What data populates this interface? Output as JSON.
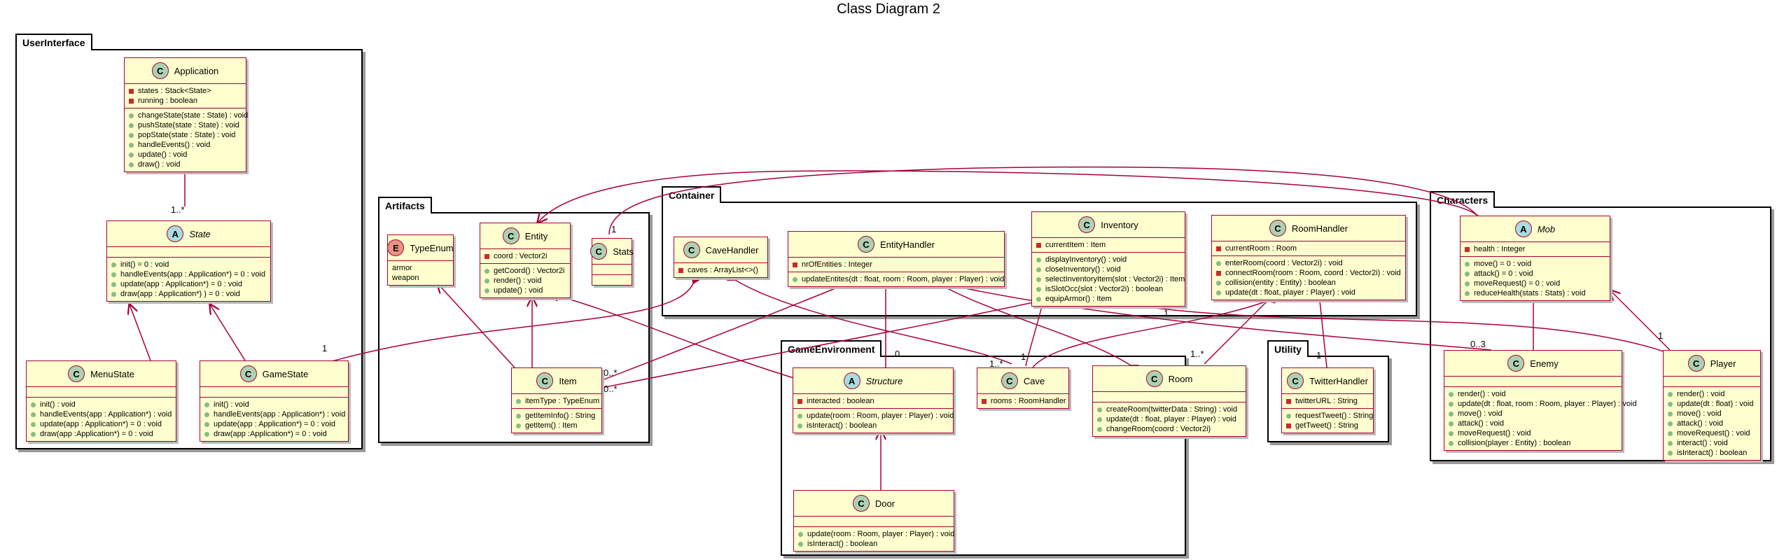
{
  "title": "Class Diagram 2",
  "colors": {
    "class_fill": "#FEFECE",
    "class_border": "#A80036",
    "link": "#A80036",
    "private": "#C82930",
    "public": "#84BE84"
  },
  "packages": [
    {
      "id": "ui",
      "label": "UserInterface"
    },
    {
      "id": "art",
      "label": "Artifacts"
    },
    {
      "id": "cont",
      "label": "Container"
    },
    {
      "id": "game",
      "label": "GameEnvironment"
    },
    {
      "id": "util",
      "label": "Utility"
    },
    {
      "id": "chars",
      "label": "Characters"
    }
  ],
  "classes": {
    "Application": {
      "stereotype": "C",
      "name": "Application",
      "abstract": false,
      "fields": [
        {
          "vis": "private",
          "text": "states : Stack<State>"
        },
        {
          "vis": "private",
          "text": "running : boolean"
        }
      ],
      "methods": [
        {
          "vis": "public",
          "text": "changeState(state : State) : void"
        },
        {
          "vis": "public",
          "text": "pushState(state : State) : void"
        },
        {
          "vis": "public",
          "text": "popState(state : State) : void"
        },
        {
          "vis": "public",
          "text": "handleEvents() : void"
        },
        {
          "vis": "public",
          "text": "update() : void"
        },
        {
          "vis": "public",
          "text": "draw() : void"
        }
      ]
    },
    "State": {
      "stereotype": "A",
      "name": "State",
      "abstract": true,
      "fields": [],
      "methods": [
        {
          "vis": "public",
          "text": "init() = 0 : void"
        },
        {
          "vis": "public",
          "text": "handleEvents(app : Application*) = 0 : void"
        },
        {
          "vis": "public",
          "text": "update(app : Application*) = 0 : void"
        },
        {
          "vis": "public",
          "text": "draw(app : Application*) ) = 0 : void"
        }
      ]
    },
    "MenuState": {
      "stereotype": "C",
      "name": "MenuState",
      "abstract": false,
      "fields": [],
      "methods": [
        {
          "vis": "public",
          "text": "init() : void"
        },
        {
          "vis": "public",
          "text": "handleEvents(app : Application*) : void"
        },
        {
          "vis": "public",
          "text": "update(app : Application*) = 0 : void"
        },
        {
          "vis": "public",
          "text": "draw(app :Application*) = 0 : void"
        }
      ]
    },
    "GameState": {
      "stereotype": "C",
      "name": "GameState",
      "abstract": false,
      "fields": [],
      "methods": [
        {
          "vis": "public",
          "text": "init() : void"
        },
        {
          "vis": "public",
          "text": "handleEvents(app : Application*) : void"
        },
        {
          "vis": "public",
          "text": "update(app : Application*) = 0 : void"
        },
        {
          "vis": "public",
          "text": "draw(app :Application*) = 0 : void"
        }
      ]
    },
    "TypeEnum": {
      "stereotype": "E",
      "name": "TypeEnum",
      "abstract": false,
      "fields": [
        {
          "vis": "none",
          "text": "armor"
        },
        {
          "vis": "none",
          "text": "weapon"
        }
      ],
      "methods": null
    },
    "Entity": {
      "stereotype": "C",
      "name": "Entity",
      "abstract": false,
      "fields": [
        {
          "vis": "private",
          "text": "coord : Vector2i"
        }
      ],
      "methods": [
        {
          "vis": "public",
          "text": "getCoord() : Vector2i"
        },
        {
          "vis": "public",
          "text": "render() : void"
        },
        {
          "vis": "public",
          "text": "update() : void"
        }
      ]
    },
    "Stats": {
      "stereotype": "C",
      "name": "Stats",
      "abstract": false,
      "fields": [],
      "methods": []
    },
    "Item": {
      "stereotype": "C",
      "name": "Item",
      "abstract": false,
      "fields": [
        {
          "vis": "public",
          "text": "itemType : TypeEnum"
        }
      ],
      "methods": [
        {
          "vis": "public",
          "text": "getItemInfo() : String"
        },
        {
          "vis": "public",
          "text": "getItem() : Item"
        }
      ]
    },
    "CaveHandler": {
      "stereotype": "C",
      "name": "CaveHandler",
      "abstract": false,
      "fields": [
        {
          "vis": "private",
          "text": "caves : ArrayList<>()"
        }
      ],
      "methods": null
    },
    "EntityHandler": {
      "stereotype": "C",
      "name": "EntityHandler",
      "abstract": false,
      "fields": [
        {
          "vis": "private",
          "text": "nrOfEntities : Integer"
        }
      ],
      "methods": [
        {
          "vis": "public",
          "text": "updateEntites(dt : float, room : Room, player : Player) : void"
        }
      ]
    },
    "Inventory": {
      "stereotype": "C",
      "name": "Inventory",
      "abstract": false,
      "fields": [
        {
          "vis": "private",
          "text": "currentItem : Item"
        }
      ],
      "methods": [
        {
          "vis": "public",
          "text": "displayInventory() : void"
        },
        {
          "vis": "public",
          "text": "closeInventory() : void"
        },
        {
          "vis": "public",
          "text": "selectInventoryItem(slot : Vector2i) : Item"
        },
        {
          "vis": "public",
          "text": "isSlotOcc(slot : Vector2i) : boolean"
        },
        {
          "vis": "public",
          "text": "equipArmor() : Item"
        }
      ]
    },
    "RoomHandler": {
      "stereotype": "C",
      "name": "RoomHandler",
      "abstract": false,
      "fields": [
        {
          "vis": "private",
          "text": "currentRoom : Room"
        }
      ],
      "methods": [
        {
          "vis": "public",
          "text": "enterRoom(coord : Vector2i) : void"
        },
        {
          "vis": "private",
          "text": "connectRoom(room : Room, coord : Vector2i) : void"
        },
        {
          "vis": "public",
          "text": "collision(entity : Entity) : boolean"
        },
        {
          "vis": "public",
          "text": "update(dt : float, player : Player) : void"
        }
      ]
    },
    "Structure": {
      "stereotype": "A",
      "name": "Structure",
      "abstract": true,
      "fields": [
        {
          "vis": "private",
          "text": "interacted : boolean"
        }
      ],
      "methods": [
        {
          "vis": "public",
          "text": "update(room : Room, player : Player) : void"
        },
        {
          "vis": "public",
          "text": "isInteract() : boolean"
        }
      ]
    },
    "Cave": {
      "stereotype": "C",
      "name": "Cave",
      "abstract": false,
      "fields": [
        {
          "vis": "private",
          "text": "rooms : RoomHandler"
        }
      ],
      "methods": null
    },
    "Room": {
      "stereotype": "C",
      "name": "Room",
      "abstract": false,
      "fields": [],
      "methods": [
        {
          "vis": "public",
          "text": "createRoom(twitterData : String) : void"
        },
        {
          "vis": "public",
          "text": "update(dt : float, player : Player) : void"
        },
        {
          "vis": "public",
          "text": "changeRoom(coord : Vector2i)"
        }
      ]
    },
    "Door": {
      "stereotype": "C",
      "name": "Door",
      "abstract": false,
      "fields": [],
      "methods": [
        {
          "vis": "public",
          "text": "update(room : Room, player : Player) : void"
        },
        {
          "vis": "public",
          "text": "isInteract() : boolean"
        }
      ]
    },
    "TwitterHandler": {
      "stereotype": "C",
      "name": "TwitterHandler",
      "abstract": false,
      "fields": [
        {
          "vis": "private",
          "text": "twitterURL : String"
        }
      ],
      "methods": [
        {
          "vis": "public",
          "text": "requestTweet() : String"
        },
        {
          "vis": "private",
          "text": "getTweet() : String"
        }
      ]
    },
    "Mob": {
      "stereotype": "A",
      "name": "Mob",
      "abstract": true,
      "fields": [
        {
          "vis": "private",
          "text": "health : Integer"
        }
      ],
      "methods": [
        {
          "vis": "public",
          "text": "move() = 0 : void"
        },
        {
          "vis": "public",
          "text": "attack() = 0 : void"
        },
        {
          "vis": "public",
          "text": "moveRequest() = 0 : void"
        },
        {
          "vis": "public",
          "text": "reduceHealth(stats : Stats) : void"
        }
      ]
    },
    "Enemy": {
      "stereotype": "C",
      "name": "Enemy",
      "abstract": false,
      "fields": [],
      "methods": [
        {
          "vis": "public",
          "text": "render() : void"
        },
        {
          "vis": "public",
          "text": "update(dt : float, room : Room, player : Player) : void"
        },
        {
          "vis": "public",
          "text": "move() : void"
        },
        {
          "vis": "public",
          "text": "attack() : void"
        },
        {
          "vis": "public",
          "text": "moveRequest() : void"
        },
        {
          "vis": "public",
          "text": "collision(player : Entity) : boolean"
        }
      ]
    },
    "Player": {
      "stereotype": "C",
      "name": "Player",
      "abstract": false,
      "fields": [],
      "methods": [
        {
          "vis": "public",
          "text": "render() : void"
        },
        {
          "vis": "public",
          "text": "update(dt : float) : void"
        },
        {
          "vis": "public",
          "text": "move() : void"
        },
        {
          "vis": "public",
          "text": "attack() : void"
        },
        {
          "vis": "public",
          "text": "moveRequest() : void"
        },
        {
          "vis": "public",
          "text": "interact() : void"
        },
        {
          "vis": "public",
          "text": "isInteract() : boolean"
        }
      ]
    }
  },
  "multiplicities": [
    {
      "id": "app-state",
      "text": "1..*"
    },
    {
      "id": "gamestate",
      "text": "1"
    },
    {
      "id": "stats",
      "text": "1"
    },
    {
      "id": "item-a",
      "text": "0..*"
    },
    {
      "id": "item-b",
      "text": "0..*"
    },
    {
      "id": "entityhandler",
      "text": "1"
    },
    {
      "id": "structure",
      "text": "0"
    },
    {
      "id": "cave",
      "text": "1..*"
    },
    {
      "id": "room-a",
      "text": "1"
    },
    {
      "id": "room-b",
      "text": "1..*"
    },
    {
      "id": "enemy",
      "text": "0..3"
    },
    {
      "id": "player-a",
      "text": "1"
    },
    {
      "id": "player-b",
      "text": "1"
    },
    {
      "id": "twitter",
      "text": "1"
    }
  ]
}
